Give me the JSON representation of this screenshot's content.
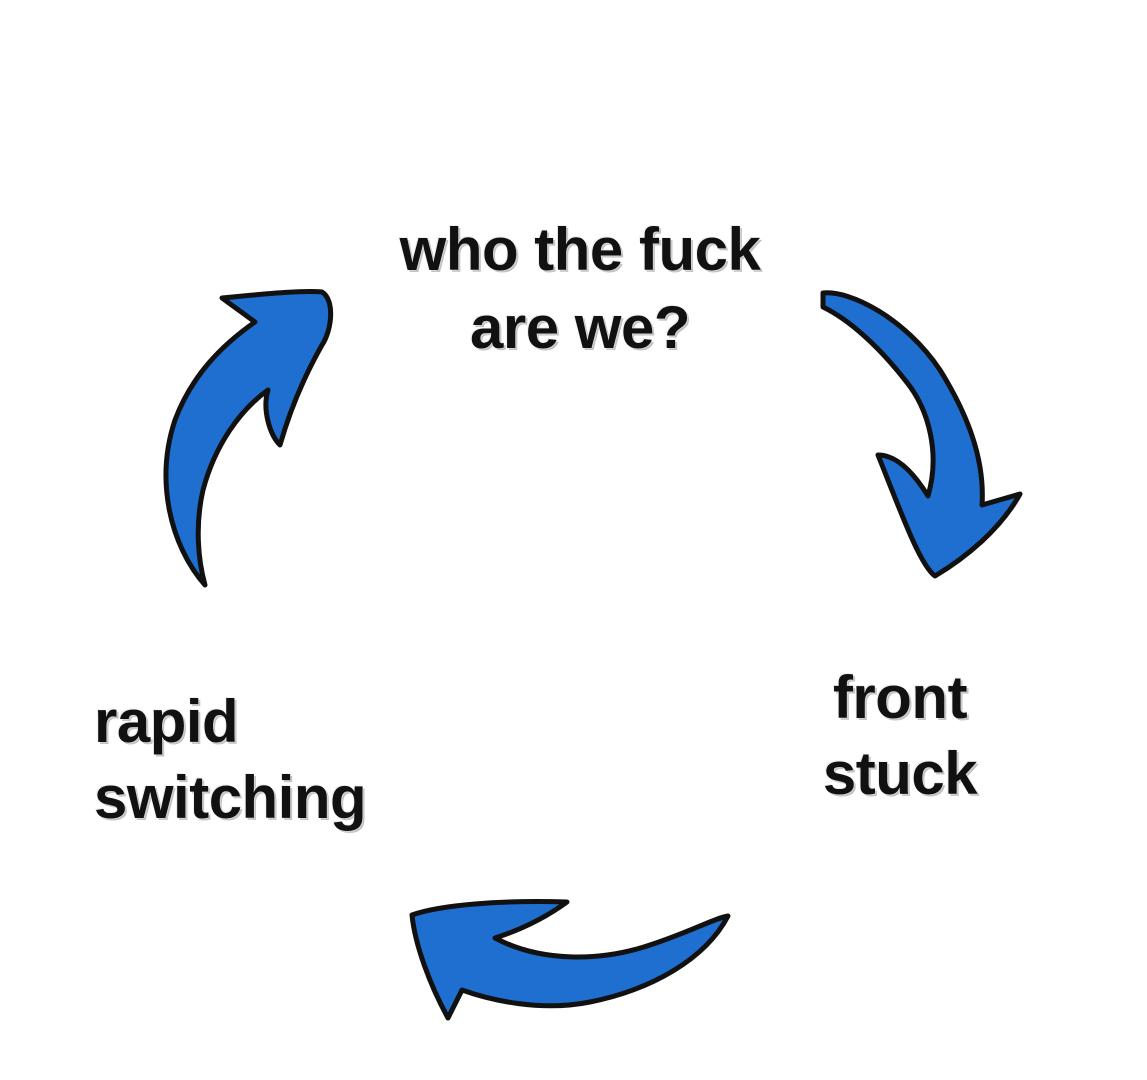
{
  "diagram": {
    "nodes": [
      {
        "id": "top",
        "lines": [
          "who the fuck",
          "are we?"
        ]
      },
      {
        "id": "right",
        "lines": [
          "front",
          "stuck"
        ]
      },
      {
        "id": "left",
        "lines": [
          "rapid",
          "switching"
        ]
      }
    ],
    "edges": [
      {
        "from": "top",
        "to": "right"
      },
      {
        "from": "right",
        "to": "left"
      },
      {
        "from": "left",
        "to": "top"
      }
    ],
    "colors": {
      "arrow_fill": "#1f6fd1",
      "arrow_outline": "#111111",
      "text": "#111111",
      "background": "#ffffff"
    }
  }
}
